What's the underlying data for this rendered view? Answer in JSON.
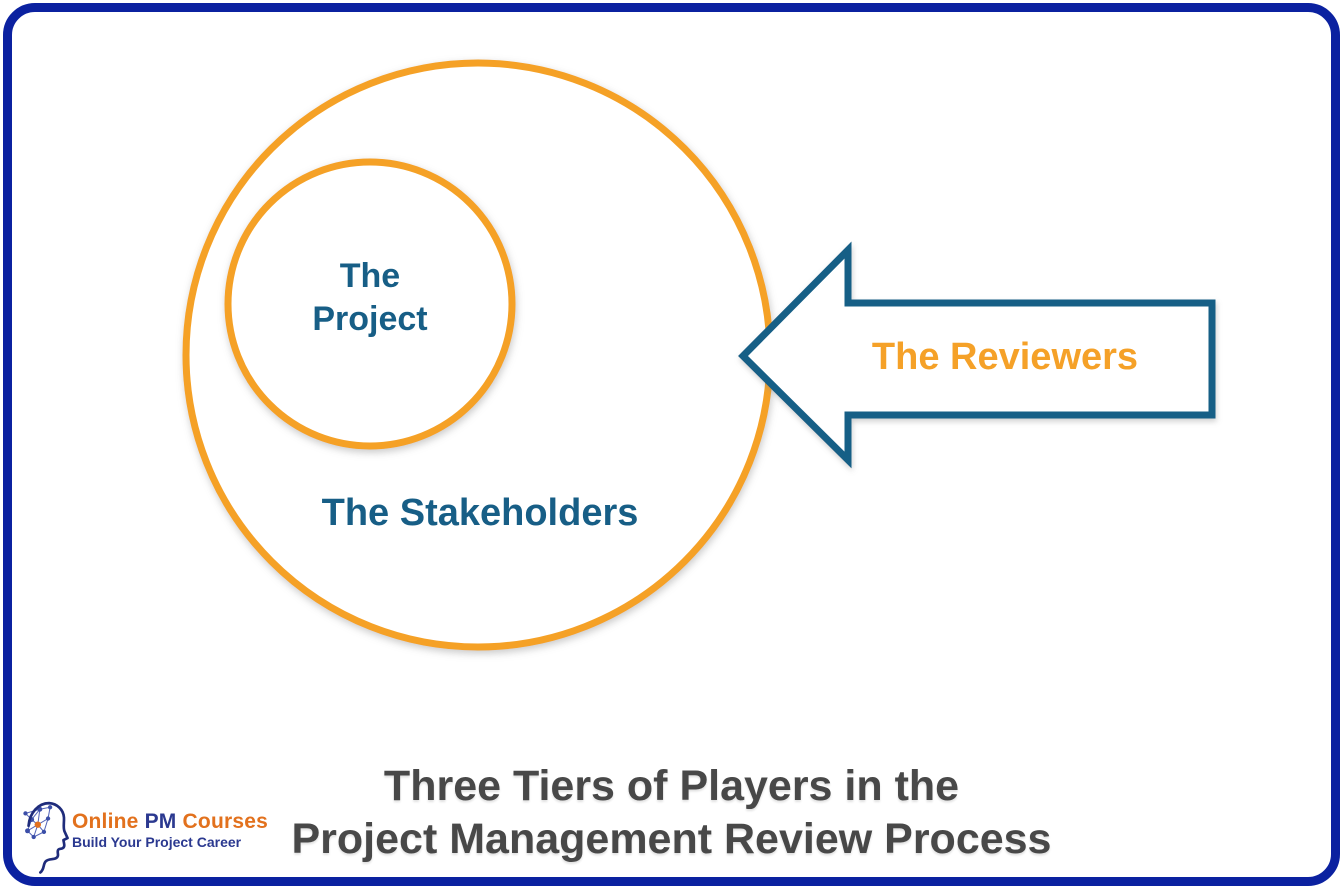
{
  "page": {
    "background_color": "#ffffff",
    "frame_border_color": "#0b21a0"
  },
  "diagram": {
    "outer_circle": {
      "label": "The Stakeholders",
      "stroke_color": "#f5a128"
    },
    "inner_circle": {
      "label_line1": "The",
      "label_line2": "Project",
      "stroke_color": "#f5a128"
    },
    "arrow": {
      "label": "The Reviewers",
      "outline_color": "#175e86",
      "label_color": "#f5a128",
      "direction": "left"
    },
    "circle_label_color": "#175e86"
  },
  "title": {
    "line1": "Three Tiers of Players in the",
    "line2": "Project Management Review Process",
    "color": "#484848"
  },
  "logo": {
    "brand_online": "Online",
    "brand_pm": "PM",
    "brand_courses": "Courses",
    "tagline": "Build Your Project Career",
    "orange": "#e2711d",
    "navy": "#2b3990",
    "icon": "head-profile-network-icon"
  }
}
